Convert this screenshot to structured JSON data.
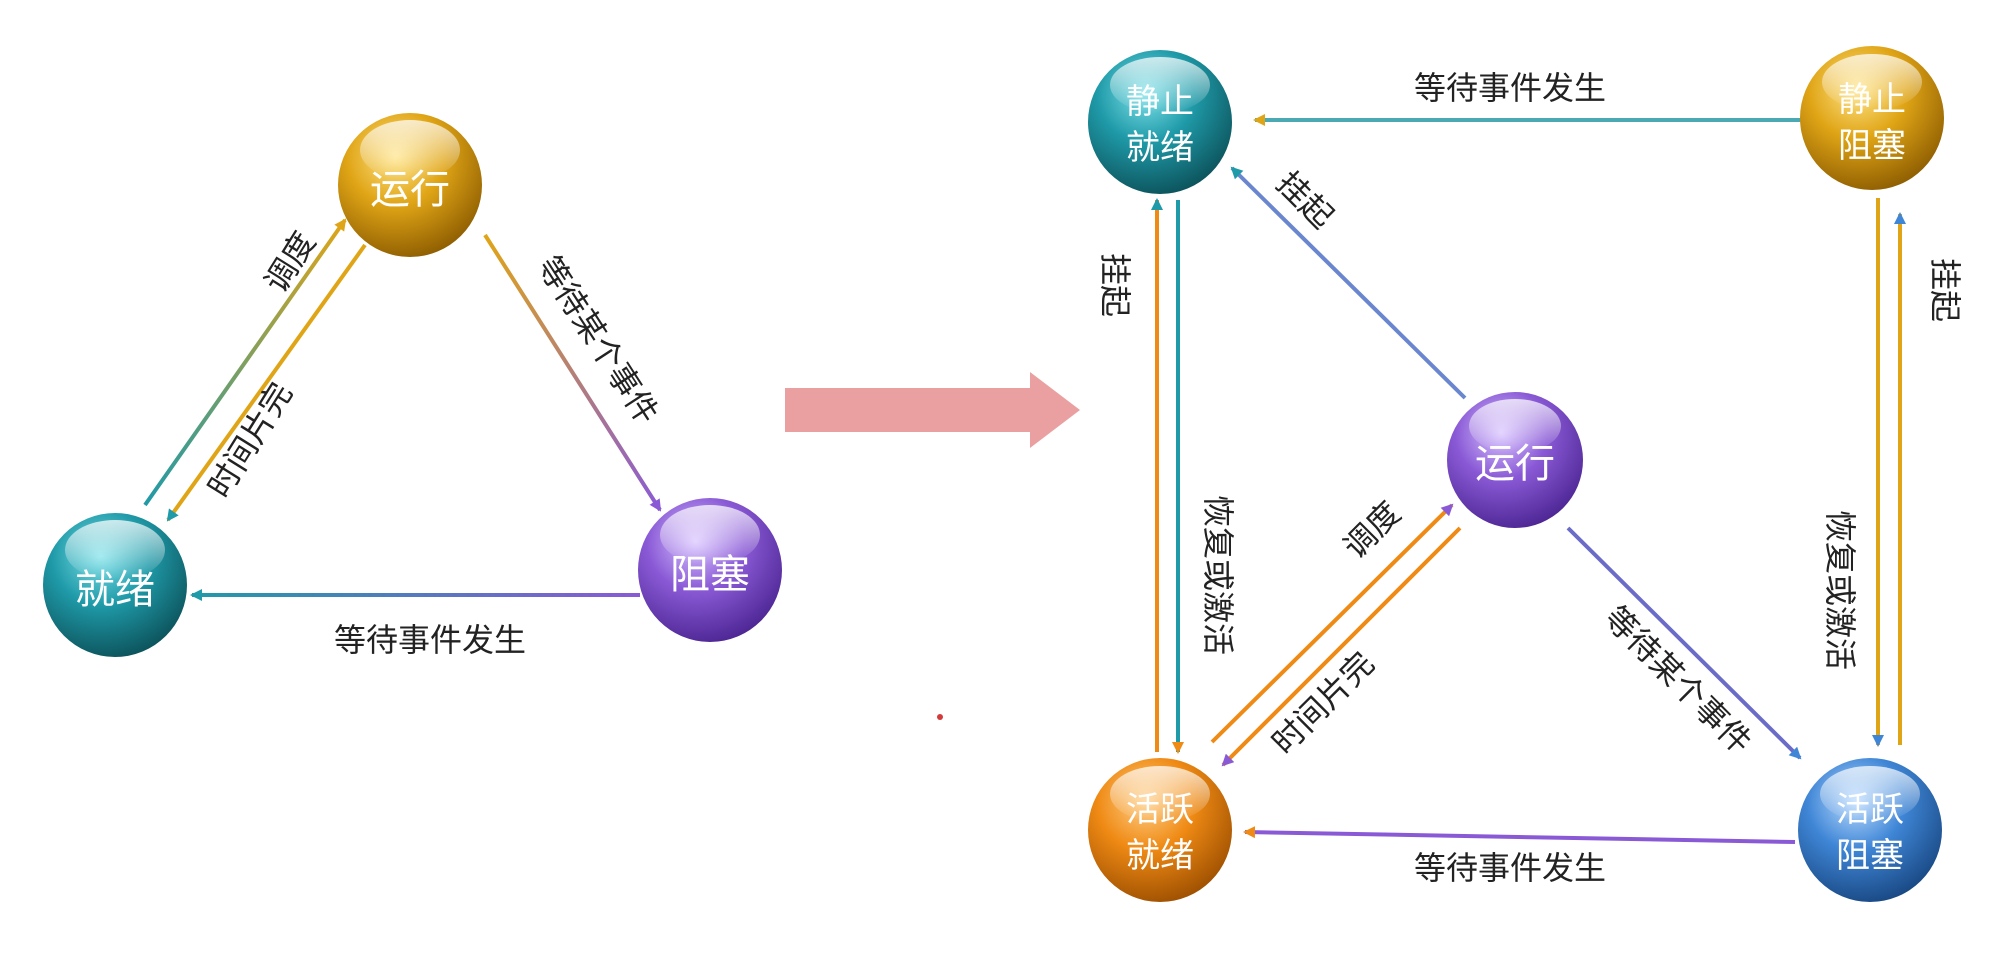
{
  "left_diagram": {
    "nodes": {
      "running": {
        "label": "运行"
      },
      "ready": {
        "label": "就绪"
      },
      "blocked": {
        "label": "阻塞"
      }
    },
    "edges": {
      "dispatch": "调度",
      "timeslice": "时间片完",
      "wait_event": "等待某个事件",
      "event_occurs": "等待事件发生"
    }
  },
  "right_diagram": {
    "nodes": {
      "static_ready": {
        "line1": "静止",
        "line2": "就绪"
      },
      "static_blocked": {
        "line1": "静止",
        "line2": "阻塞"
      },
      "running": {
        "label": "运行"
      },
      "active_ready": {
        "line1": "活跃",
        "line2": "就绪"
      },
      "active_blocked": {
        "line1": "活跃",
        "line2": "阻塞"
      }
    },
    "edges": {
      "top_event_occurs": "等待事件发生",
      "suspend_from_running": "挂起",
      "suspend_left": "挂起",
      "resume_left": "恢复或激活",
      "suspend_right": "挂起",
      "resume_right": "恢复或激活",
      "dispatch": "调度",
      "timeslice": "时间片完",
      "wait_event": "等待某个事件",
      "bottom_event_occurs": "等待事件发生"
    }
  },
  "colors": {
    "teal": "#1f9aa8",
    "gold": "#e0a516",
    "purple": "#8a5ad6",
    "orange": "#ef8a14",
    "blue": "#3f86d6",
    "big_arrow": "#eaa0a0"
  }
}
